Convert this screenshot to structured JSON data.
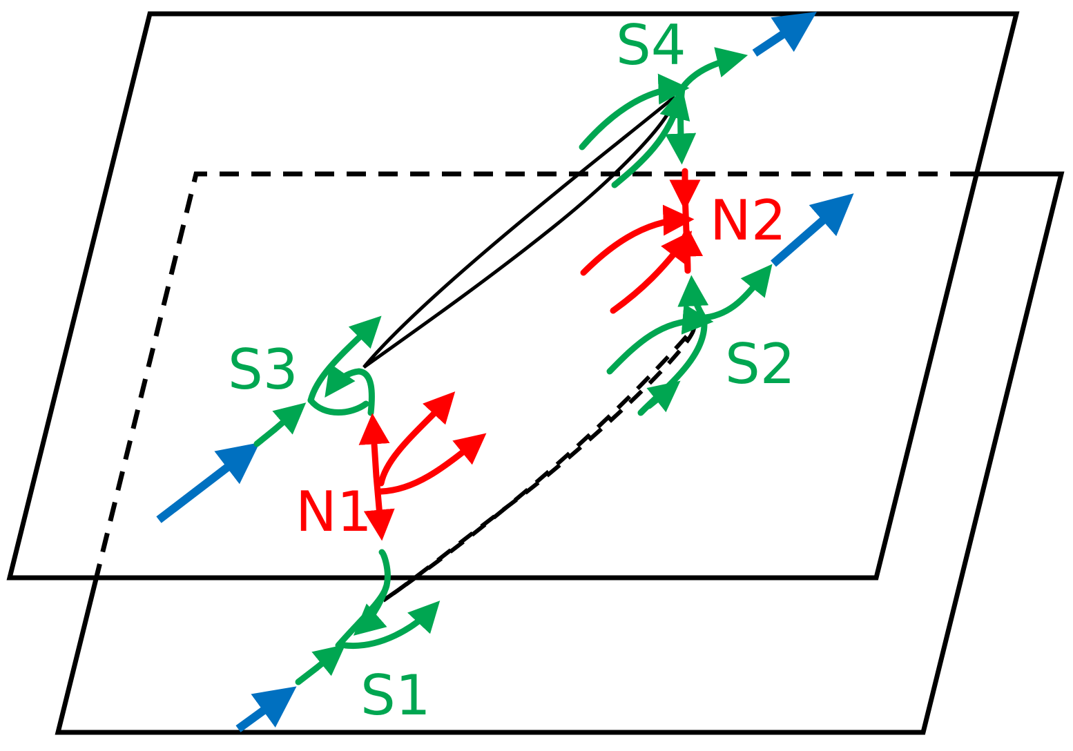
{
  "colors": {
    "frame": "#000000",
    "green": "#00a651",
    "red": "#ff0000",
    "blue": "#0070c0"
  },
  "labels": {
    "S1": "S1",
    "S2": "S2",
    "S3": "S3",
    "S4": "S4",
    "N1": "N1",
    "N2": "N2"
  }
}
